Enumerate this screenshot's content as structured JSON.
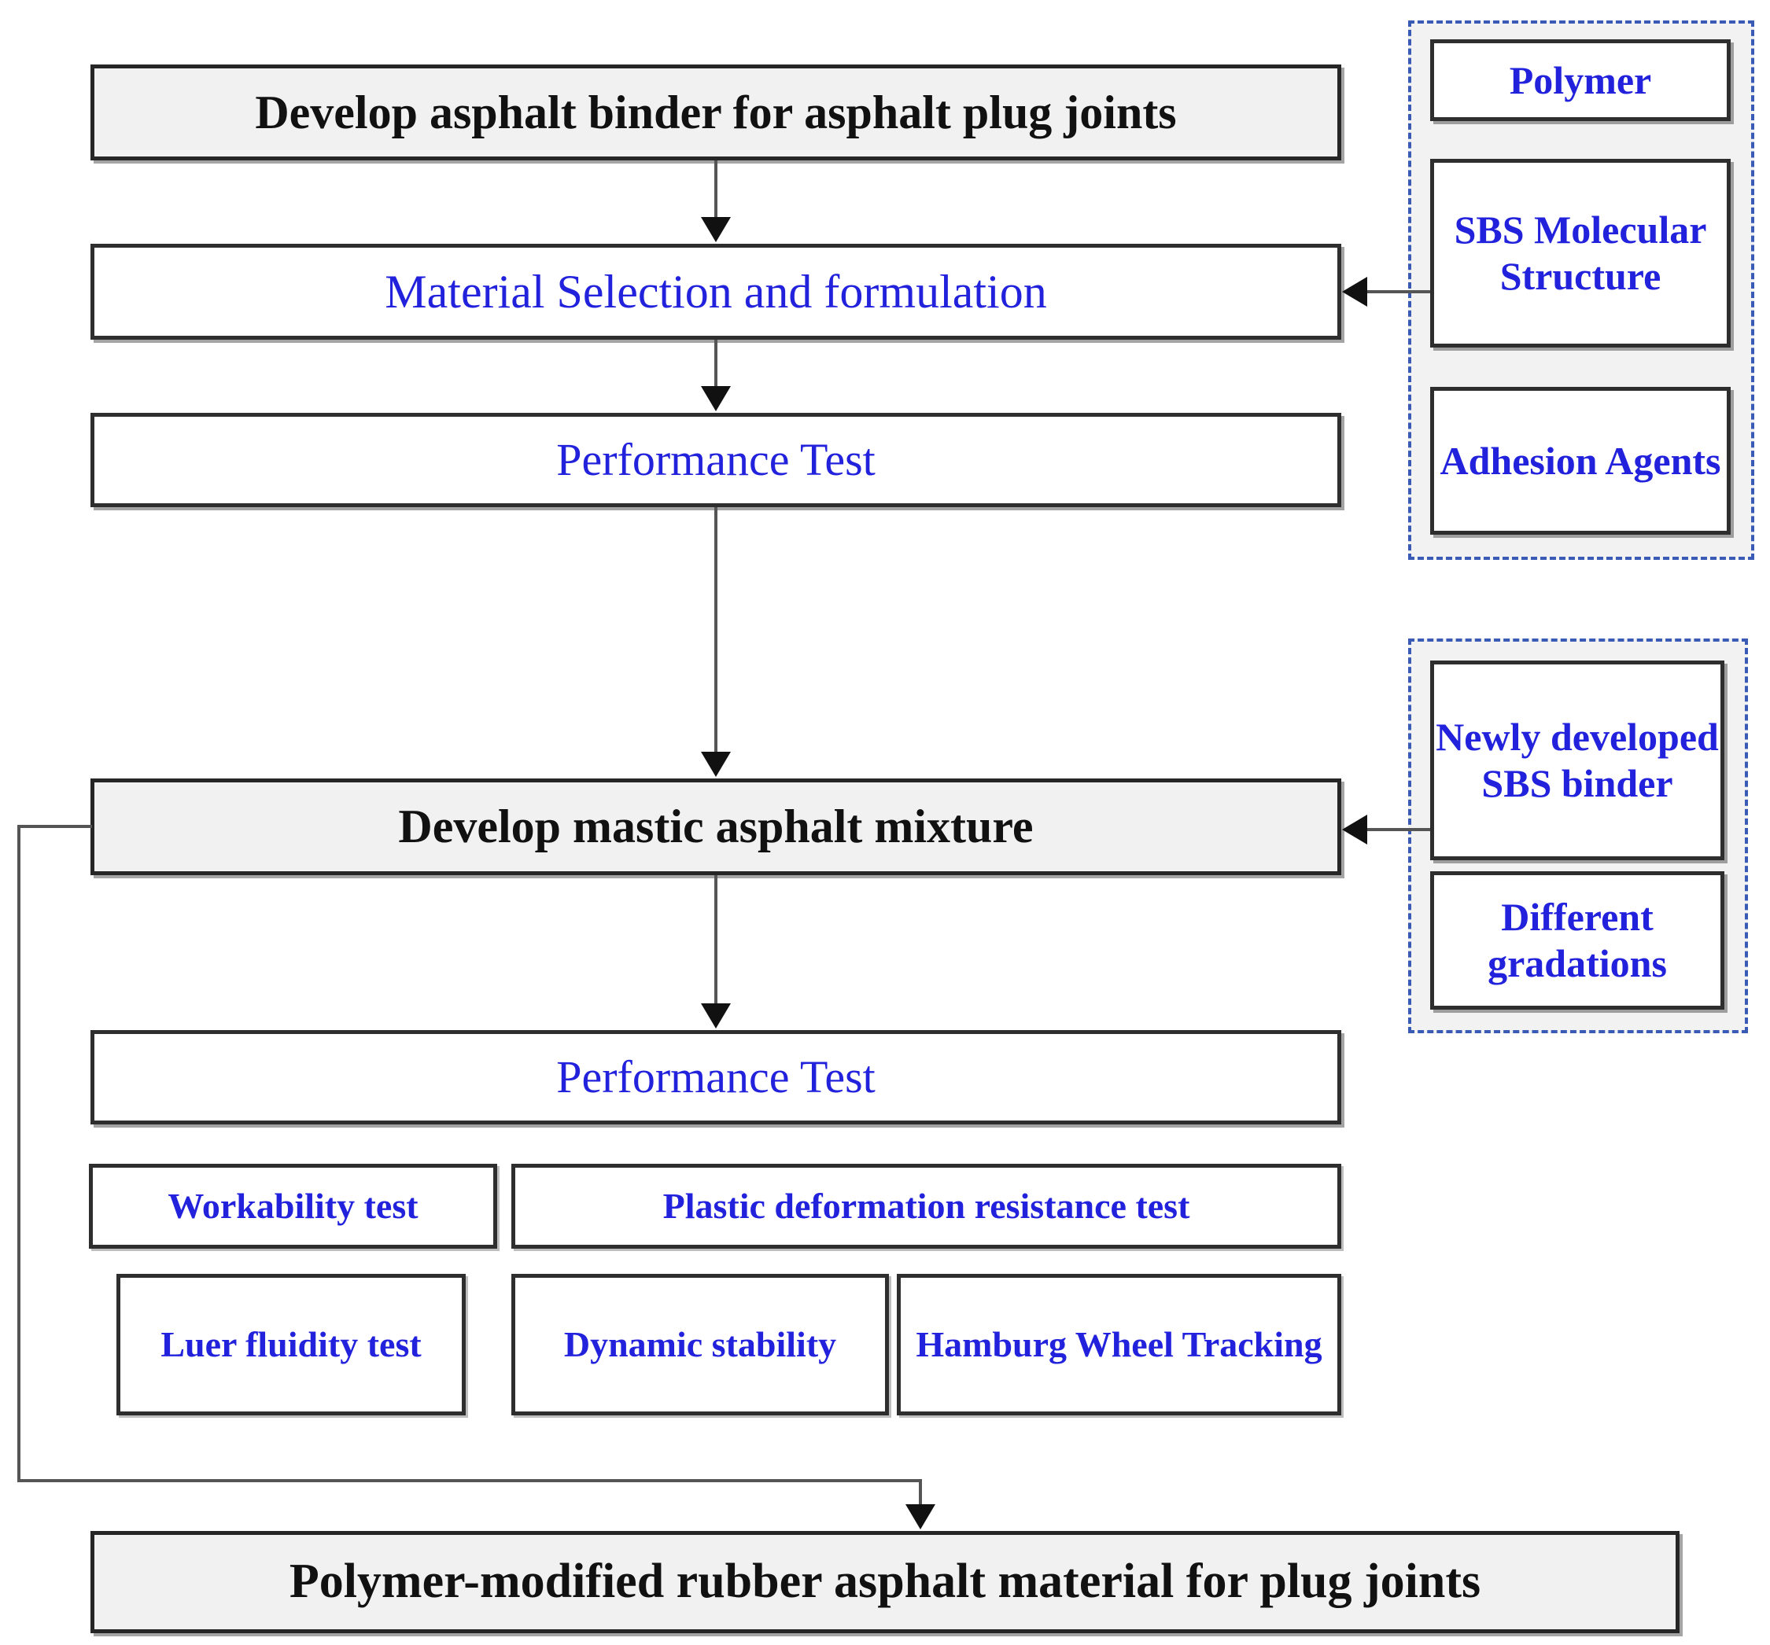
{
  "flowchart": {
    "title": "Develop asphalt binder for asphalt plug joints",
    "nodes": {
      "title_box": "Develop asphalt binder for asphalt plug joints",
      "material_selection": "Material Selection and formulation",
      "performance_test_1": "Performance Test",
      "develop_mastic": "Develop mastic asphalt mixture",
      "performance_test_2": "Performance Test",
      "final_output": "Polymer-modified rubber asphalt material for plug joints"
    },
    "test_nodes": {
      "workability": "Workability test",
      "plastic_deformation": "Plastic deformation resistance test",
      "luer_fluidity": "Luer fluidity test",
      "dynamic_stability": "Dynamic stability",
      "hamburg_wheel": "Hamburg Wheel Tracking"
    },
    "panel_binder_inputs": {
      "item_1": "Polymer",
      "item_2": "SBS Molecular Structure",
      "item_3": "Adhesion Agents"
    },
    "panel_mixture_inputs": {
      "item_1": "Newly developed SBS binder",
      "item_2": "Different gradations"
    },
    "colors": {
      "accent_text": "#2222dd",
      "primary_text": "#111111",
      "box_border": "#2e2e2e",
      "dashed_border": "#3a5bb5",
      "box_fill_dark": "#f1f1f1",
      "connector": "#555555"
    }
  }
}
